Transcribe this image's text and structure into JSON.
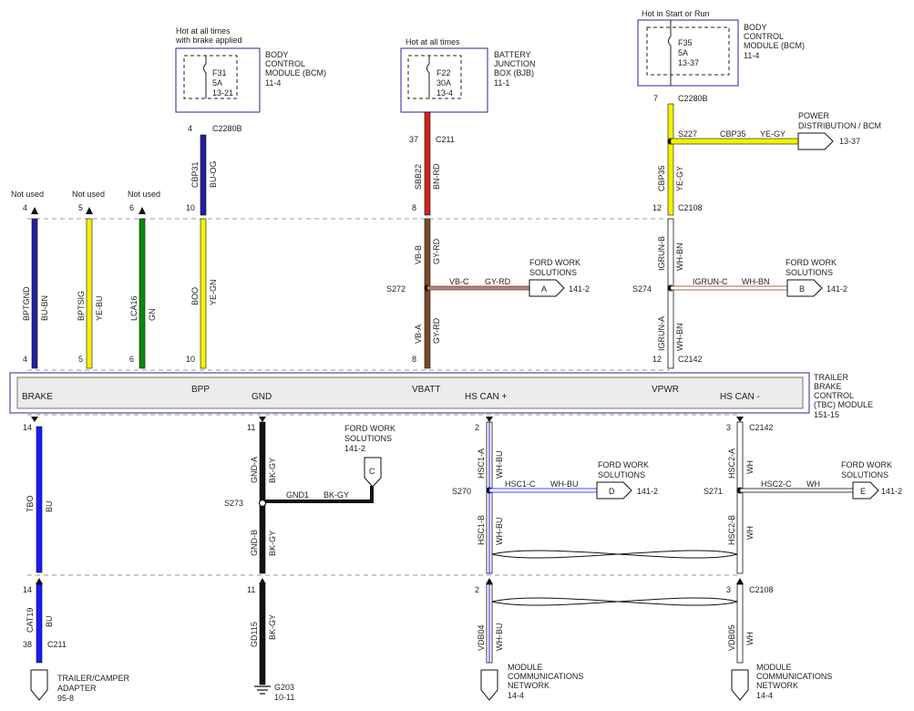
{
  "sources": {
    "bcm_f31": {
      "condition": "Hot at all times with brake applied",
      "condition_line1": "Hot at all times",
      "condition_line2": "with brake applied",
      "fuse": "F31",
      "amps": "5A",
      "ref": "13-21",
      "module_line1": "BODY",
      "module_line2": "CONTROL",
      "module_line3": "MODULE (BCM)",
      "module_ref": "11-4",
      "pin": "4",
      "connector": "C2280B"
    },
    "bjb_f22": {
      "condition": "Hot at all times",
      "fuse": "F22",
      "amps": "30A",
      "ref": "13-4",
      "module_line1": "BATTERY",
      "module_line2": "JUNCTION",
      "module_line3": "BOX (BJB)",
      "module_ref": "11-1",
      "pin": "37",
      "connector": "C211"
    },
    "bcm_f35": {
      "condition": "Hot in Start or Run",
      "fuse": "F35",
      "amps": "5A",
      "ref": "13-37",
      "module_line1": "BODY",
      "module_line2": "CONTROL",
      "module_line3": "MODULE (BCM)",
      "module_ref": "11-4",
      "pin": "7",
      "connector": "C2280B"
    }
  },
  "upper_wires": [
    {
      "circuit": "BPTGND",
      "color": "BU-BN",
      "pin": "4",
      "note": "Not used"
    },
    {
      "circuit": "BPTSIG",
      "color": "YE-BU",
      "pin": "5",
      "note": "Not used"
    },
    {
      "circuit": "LCA16",
      "color": "GN",
      "pin": "6",
      "note": "Not used"
    },
    {
      "circuit": "BOO",
      "color": "YE-GN",
      "pin": "10"
    },
    {
      "circuit": "CBP31",
      "color": "BU-OG"
    },
    {
      "circuit": "SBB22",
      "color": "BN-RD",
      "pin": "8"
    },
    {
      "circuit": "VB-B",
      "color": "GY-RD"
    },
    {
      "circuit": "VB-A",
      "color": "GY-RD",
      "pin": "8"
    },
    {
      "circuit": "CBP35",
      "color": "YE-GY",
      "pin": "12",
      "connector": "C2108"
    },
    {
      "circuit": "IGRUN-B",
      "color": "WH-BN"
    },
    {
      "circuit": "IGRUN-A",
      "color": "WH-BN",
      "pin": "12",
      "connector": "C2142"
    }
  ],
  "splices": {
    "s227": {
      "name": "S227",
      "circuit": "CBP35",
      "color": "YE-GY",
      "dest_line1": "POWER",
      "dest_line2": "DISTRIBUTION / BCM",
      "dest_ref": "13-37"
    },
    "s272": {
      "name": "S272",
      "circuit": "VB-C",
      "color": "GY-RD",
      "flag": "A",
      "ref": "141-2"
    },
    "s274": {
      "name": "S274",
      "circuit": "IGRUN-C",
      "color": "WH-BN",
      "flag": "B",
      "ref": "141-2"
    },
    "s273": {
      "name": "S273",
      "circuit": "GND1",
      "color": "BK-GY",
      "flag": "C",
      "ref": "141-2"
    },
    "s270": {
      "name": "S270",
      "circuit": "HSC1-C",
      "color": "WH-BU",
      "flag": "D",
      "ref": "141-2"
    },
    "s271": {
      "name": "S271",
      "circuit": "HSC2-C",
      "color": "WH",
      "flag": "E",
      "ref": "141-2"
    }
  },
  "ford_work_line1": "FORD WORK",
  "ford_work_line2": "SOLUTIONS",
  "module": {
    "pins": [
      "BRAKE",
      "BPP",
      "GND",
      "VBATT",
      "HS CAN +",
      "VPWR",
      "HS CAN -"
    ],
    "name_line1": "TRAILER",
    "name_line2": "BRAKE",
    "name_line3": "CONTROL",
    "name_line4": "(TBC) MODULE",
    "ref": "151-15"
  },
  "lower_wires": [
    {
      "circuit": "TBO",
      "color": "BU",
      "pin_top": "14",
      "pin_mid": "14"
    },
    {
      "circuit": "CAT19",
      "color": "BU",
      "pin": "38",
      "connector": "C211"
    },
    {
      "circuit": "GND-A",
      "color": "BK-GY",
      "pin": "11"
    },
    {
      "circuit": "GND-B",
      "color": "BK-GY"
    },
    {
      "circuit": "GD115",
      "color": "BK-GY",
      "pin": "11"
    },
    {
      "circuit": "HSC1-A",
      "color": "WH-BU",
      "pin": "2"
    },
    {
      "circuit": "HSC1-B",
      "color": "WH-BU"
    },
    {
      "circuit": "VDB04",
      "color": "WH-BU",
      "pin": "2"
    },
    {
      "circuit": "HSC2-A",
      "color": "WH",
      "pin": "3",
      "connector": "C2142"
    },
    {
      "circuit": "HSC2-B",
      "color": "WH"
    },
    {
      "circuit": "VDB05",
      "color": "WH",
      "pin": "3",
      "connector": "C2108"
    }
  ],
  "destinations": {
    "trailer": {
      "line1": "TRAILER/CAMPER",
      "line2": "ADAPTER",
      "ref": "95-8"
    },
    "ground": {
      "name": "G203",
      "ref": "10-11"
    },
    "mcn1": {
      "line1": "MODULE",
      "line2": "COMMUNICATIONS",
      "line3": "NETWORK",
      "ref": "14-4"
    },
    "mcn2": {
      "line1": "MODULE",
      "line2": "COMMUNICATIONS",
      "line3": "NETWORK",
      "ref": "14-4"
    }
  },
  "colors": {
    "blue": "#1a1aff",
    "dark_blue": "#2020a0",
    "yellow": "#f2f200",
    "green": "#0a8a0a",
    "red": "#d42020",
    "brown": "#7a4a2a",
    "gray": "#909090",
    "black": "#111111",
    "white_wire": "#ffffff",
    "frame": "#4a4aa8",
    "module_fill": "#ececec"
  }
}
